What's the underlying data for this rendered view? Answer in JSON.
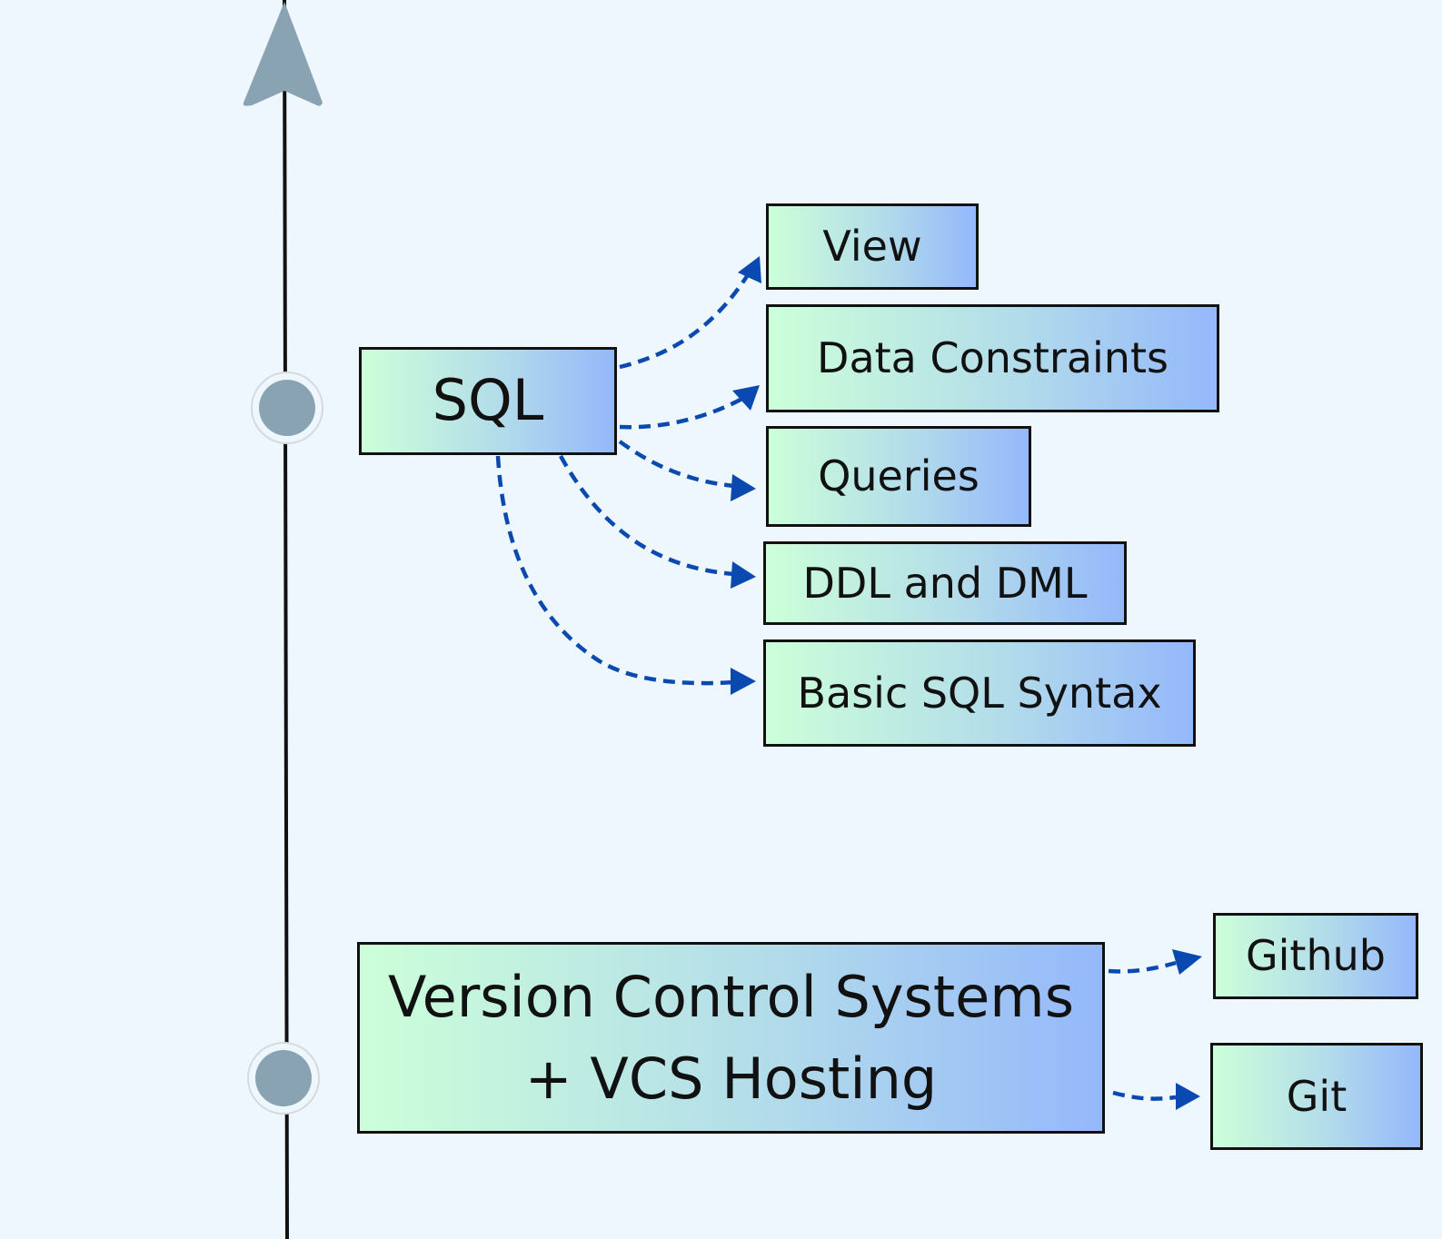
{
  "colors": {
    "background": "#eff7fe",
    "timeline": "#111111",
    "arrow_head": "#8aa3b3",
    "milestone": "#8aa3b3",
    "connector": "#0a4ab0",
    "gradient_start": "#ccffd9",
    "gradient_end": "#94b8fb"
  },
  "timeline": {
    "direction": "up",
    "milestones": [
      "sql",
      "vcs"
    ]
  },
  "topics": {
    "sql": {
      "label": "SQL",
      "children": [
        "View",
        "Data Constraints",
        "Queries",
        "DDL and DML",
        "Basic SQL Syntax"
      ]
    },
    "vcs": {
      "label": "Version Control Systems\n+ VCS Hosting",
      "children": [
        "Github",
        "Git"
      ]
    }
  }
}
